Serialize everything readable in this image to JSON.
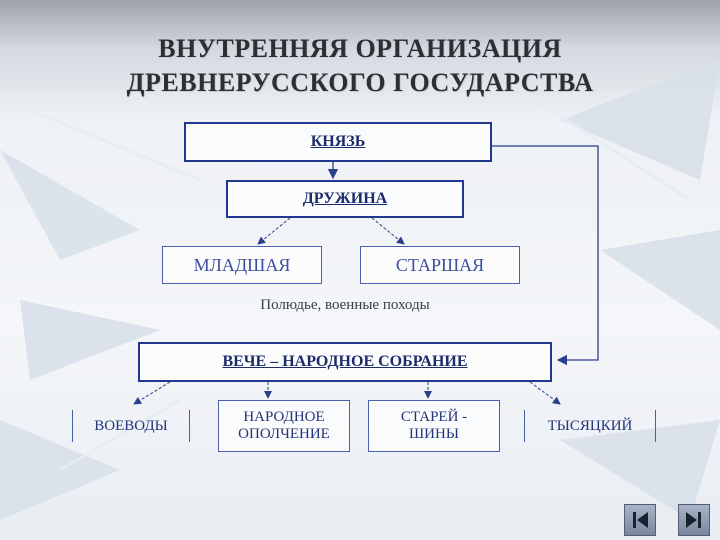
{
  "title": {
    "line1": "ВНУТРЕННЯЯ ОРГАНИЗАЦИЯ",
    "line2": "ДРЕВНЕРУССКОГО ГОСУДАРСТВА"
  },
  "nodes": {
    "prince": "КНЯЗЬ",
    "druzhina": "ДРУЖИНА",
    "junior": "МЛАДШАЯ",
    "senior": "СТАРШАЯ",
    "druzhina_note": "Полюдье, военные походы",
    "veche": "ВЕЧЕ – НАРОДНОЕ СОБРАНИЕ",
    "voevody": "ВОЕВОДЫ",
    "militia_line1": "НАРОДНОЕ",
    "militia_line2": "ОПОЛЧЕНИЕ",
    "elders_line1": "СТАРЕЙ -",
    "elders_line2": "ШИНЫ",
    "tysyatsky": "ТЫСЯЦКИЙ"
  },
  "nav": {
    "prev_icon": "skip-to-start-icon",
    "next_icon": "skip-to-end-icon"
  },
  "colors": {
    "box_border": "#21388e",
    "arrow": "#2a3f8a",
    "title_text": "#2c3035",
    "nav_button": "#8e9ab0"
  }
}
